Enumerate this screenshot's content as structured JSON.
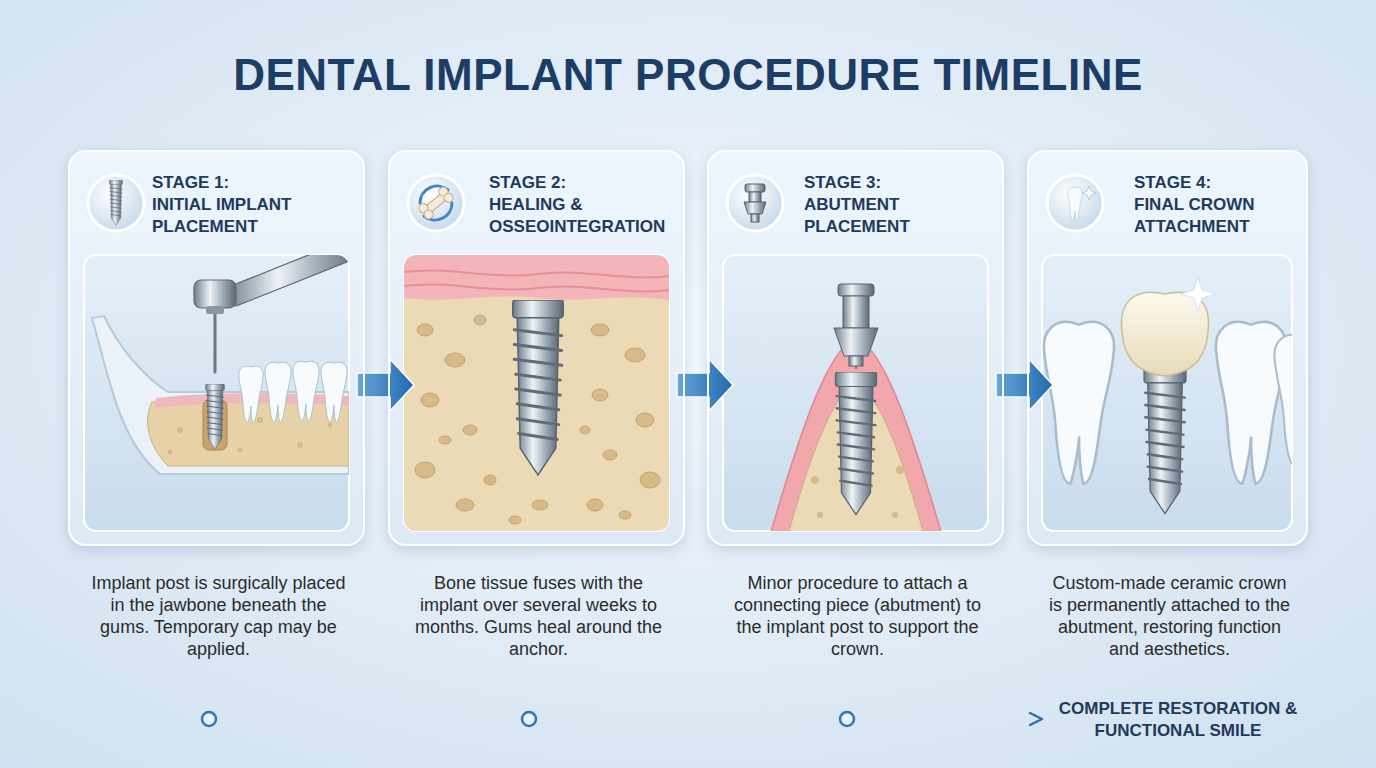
{
  "diagram": {
    "title": "DENTAL IMPLANT PROCEDURE TIMELINE",
    "nodes": [
      {
        "text": [
          "STAGE 1:",
          "INITIAL IMPLANT PLACEMENT",
          "Implant post is surgically placed in the jawbone beneath the gums. Temporary cap may be applied."
        ]
      },
      {
        "text": [
          "STAGE 2:",
          "HEALING & OSSEOINTEGRATION",
          "Bone tissue fuses with the implant over several weeks to months. Gums heal around the anchor."
        ]
      },
      {
        "text": [
          "STAGE 3:",
          "ABUTMENT PLACEMENT",
          "Minor procedure to attach a connecting piece (abutment) to the implant post to support the crown."
        ]
      },
      {
        "text": [
          "STAGE 4:",
          "FINAL CROWN ATTACHMENT",
          "Custom-made ceramic crown is permanently attached to the abutment, restoring function and aesthetics."
        ]
      }
    ],
    "edges": [
      {
        "from": 0,
        "to": 1,
        "arrow": "to"
      },
      {
        "from": 1,
        "to": 2,
        "arrow": "to"
      },
      {
        "from": 2,
        "to": 3,
        "arrow": "to"
      }
    ],
    "labels": [
      "COMPLETE RESTORATION & FUNCTIONAL SMILE"
    ]
  }
}
